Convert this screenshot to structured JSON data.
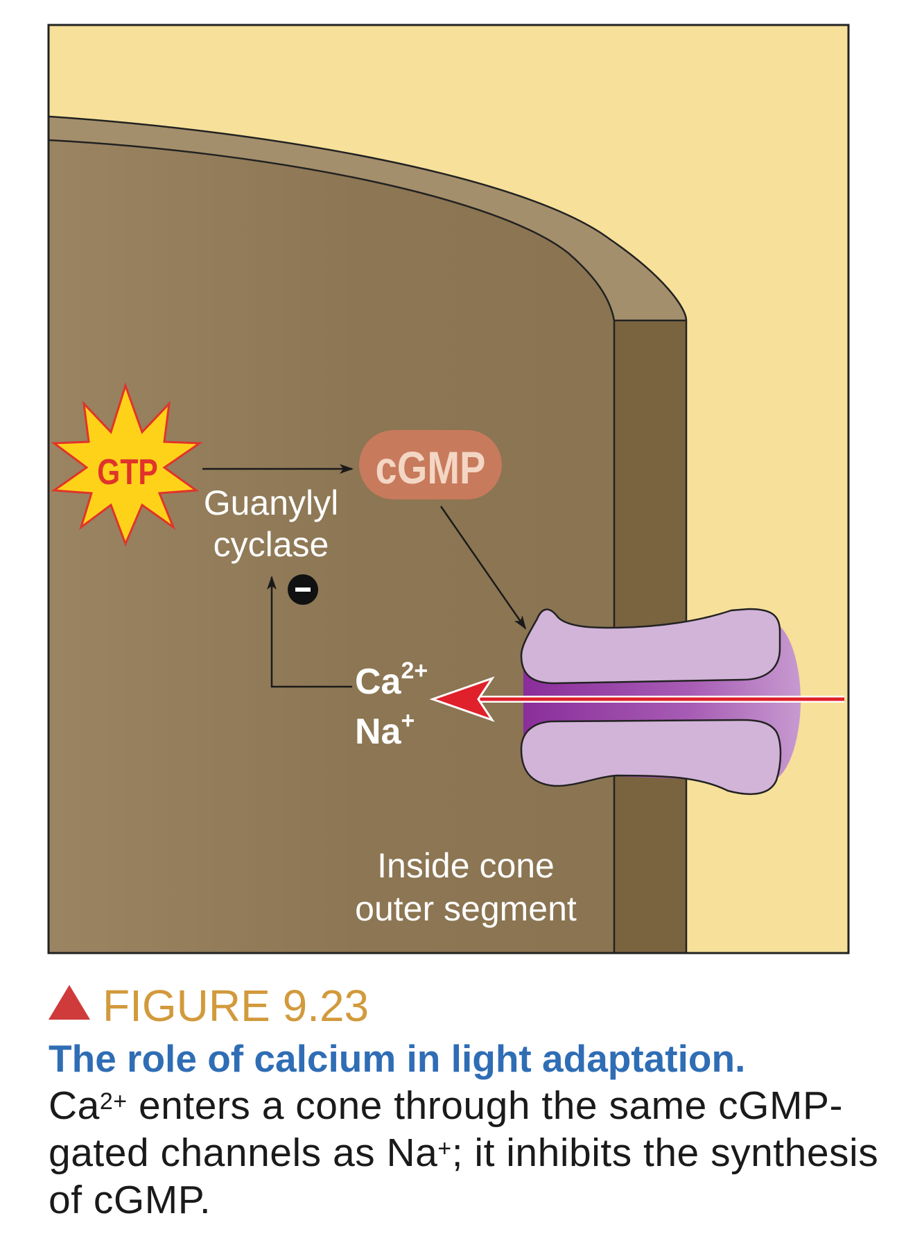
{
  "diagram": {
    "gtp_label": "GTP",
    "cgmp_label": "cGMP",
    "enzyme_line1": "Guanylyl",
    "enzyme_line2": "cyclase",
    "inhibition_symbol": "−",
    "ion1_base": "Ca",
    "ion1_charge": "2+",
    "ion2_base": "Na",
    "ion2_charge": "+",
    "region_line1": "Inside cone",
    "region_line2": "outer segment"
  },
  "caption": {
    "figure_label": "FIGURE 9.23",
    "title": "The role of calcium in light adaptation.",
    "body": {
      "p1": "Ca",
      "p1_sup": "2+",
      "p2": " enters a cone through the same cGMP-gated channels as Na",
      "p2_sup": "+",
      "p3": "; it inhibits the synthesis of cGMP."
    }
  },
  "colors": {
    "background_outside": "#f6e09a",
    "cytoplasm": "#8f7a56",
    "membrane_top": "#a48f6c",
    "membrane_side": "#7a6440",
    "channel_light": "#d2b4d8",
    "channel_dark": "#8e3a9e",
    "gtp_star": "#ffd21a",
    "gtp_text": "#e0342a",
    "cgmp_fill": "#c87a5c",
    "ion_arrow": "#e0202a"
  }
}
